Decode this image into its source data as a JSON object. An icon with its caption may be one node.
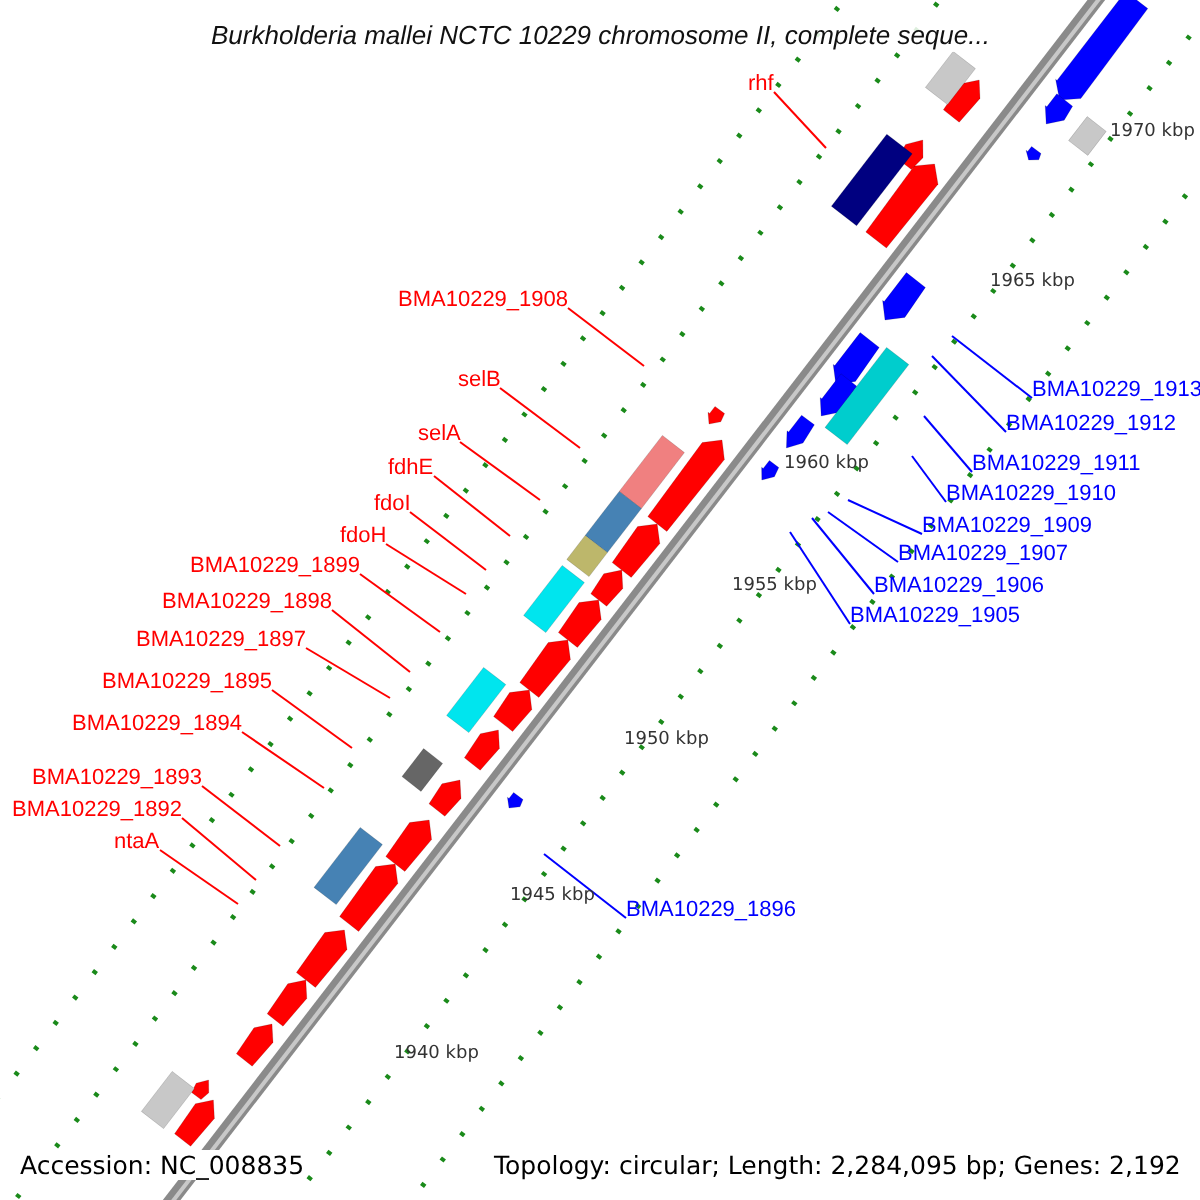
{
  "diagram": {
    "title": "Burkholderia mallei NCTC 10229 chromosome II, complete seque...",
    "nodes": [
      {
        "text": [
          "rhf"
        ]
      },
      {
        "text": [
          "BMA10229_1908"
        ]
      },
      {
        "text": [
          "selB"
        ]
      },
      {
        "text": [
          "BMA10229_1913"
        ]
      },
      {
        "text": [
          "BMA10229_1912"
        ]
      },
      {
        "text": [
          "selA"
        ]
      },
      {
        "text": [
          "fdhE"
        ]
      },
      {
        "text": [
          "BMA10229_1911"
        ]
      },
      {
        "text": [
          "BMA10229_1910"
        ]
      },
      {
        "text": [
          "fdoI"
        ]
      },
      {
        "text": [
          "BMA10229_1909"
        ]
      },
      {
        "text": [
          "fdoH"
        ]
      },
      {
        "text": [
          "BMA10229_1907"
        ]
      },
      {
        "text": [
          "BMA10229_1899"
        ]
      },
      {
        "text": [
          "BMA10229_1906"
        ]
      },
      {
        "text": [
          "BMA10229_1898"
        ]
      },
      {
        "text": [
          "BMA10229_1905"
        ]
      },
      {
        "text": [
          "BMA10229_1897"
        ]
      },
      {
        "text": [
          "BMA10229_1895"
        ]
      },
      {
        "text": [
          "BMA10229_1894"
        ]
      },
      {
        "text": [
          "BMA10229_1893"
        ]
      },
      {
        "text": [
          "BMA10229_1892"
        ]
      },
      {
        "text": [
          "ntaA"
        ]
      },
      {
        "text": [
          "BMA10229_1896"
        ]
      }
    ],
    "edges": [
      {
        "from": 0,
        "to": null,
        "arrow": "none"
      },
      {
        "from": 1,
        "to": null,
        "arrow": "none"
      },
      {
        "from": 2,
        "to": null,
        "arrow": "none"
      },
      {
        "from": 3,
        "to": null,
        "arrow": "none",
        "color": "#0000ff"
      },
      {
        "from": 4,
        "to": null,
        "arrow": "none",
        "color": "#0000ff"
      },
      {
        "from": 5,
        "to": null,
        "arrow": "none"
      },
      {
        "from": 6,
        "to": null,
        "arrow": "none"
      },
      {
        "from": 7,
        "to": null,
        "arrow": "none",
        "color": "#0000ff"
      },
      {
        "from": 8,
        "to": null,
        "arrow": "none",
        "color": "#0000ff"
      },
      {
        "from": 9,
        "to": null,
        "arrow": "none"
      },
      {
        "from": 10,
        "to": null,
        "arrow": "none",
        "color": "#0000ff"
      },
      {
        "from": 11,
        "to": null,
        "arrow": "none"
      },
      {
        "from": 12,
        "to": null,
        "arrow": "none",
        "color": "#0000ff"
      },
      {
        "from": 13,
        "to": null,
        "arrow": "none"
      },
      {
        "from": 14,
        "to": null,
        "arrow": "none",
        "color": "#0000ff"
      },
      {
        "from": 15,
        "to": null,
        "arrow": "none"
      },
      {
        "from": 16,
        "to": null,
        "arrow": "none",
        "color": "#0000ff"
      },
      {
        "from": 17,
        "to": null,
        "arrow": "none"
      },
      {
        "from": 18,
        "to": null,
        "arrow": "none"
      },
      {
        "from": 19,
        "to": null,
        "arrow": "none"
      },
      {
        "from": 20,
        "to": null,
        "arrow": "none"
      },
      {
        "from": 21,
        "to": null,
        "arrow": "none"
      },
      {
        "from": 22,
        "to": null,
        "arrow": "none"
      },
      {
        "from": 23,
        "to": null,
        "arrow": "none",
        "color": "#0000ff"
      }
    ],
    "labels": [
      "1970 kbp",
      "1965 kbp",
      "1960 kbp",
      "1955 kbp",
      "1950 kbp",
      "1945 kbp",
      "1940 kbp",
      "Accession: NC_008835",
      "Topology: circular; Length: 2,284,095 bp; Genes: 2,192"
    ]
  }
}
